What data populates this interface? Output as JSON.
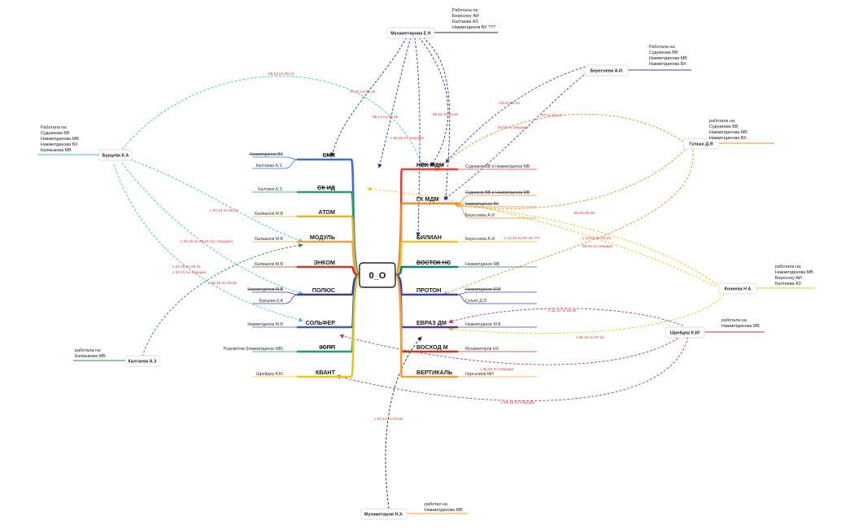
{
  "center": {
    "label": "0_О"
  },
  "left_branches": [
    {
      "label": "СМК",
      "strike": true,
      "color": "#4169e1",
      "leaves": [
        {
          "text": "Нажметдинов ВХ",
          "strike": true
        },
        {
          "text": "Калтаева А.З.",
          "strike": false
        }
      ]
    },
    {
      "label": "СК ИД",
      "strike": true,
      "red": true,
      "color": "#2e9f5e",
      "leaves": [
        {
          "text": "Калтаев А.З.",
          "strike": false
        }
      ]
    },
    {
      "label": "АТОМ",
      "strike": false,
      "color": "#e5b62b",
      "leaves": [
        {
          "text": "Калмыков М.В",
          "strike": false
        }
      ]
    },
    {
      "label": "МОДУЛЬ",
      "strike": false,
      "color": "#f0a040",
      "leaves": [
        {
          "text": "Калмыков М.В",
          "strike": false
        }
      ]
    },
    {
      "label": "ЭНКОМ",
      "strike": false,
      "color": "#c23a28",
      "leaves": [
        {
          "text": "Калмыков М.В",
          "strike": false
        }
      ]
    },
    {
      "label": "ПОЛЮС",
      "strike": false,
      "color": "#3e3a98",
      "leaves": [
        {
          "text": "Нажметдинов М.В",
          "strike": true
        },
        {
          "text": "Бурцева К.А",
          "strike": false
        }
      ]
    },
    {
      "label": "СОЛЬФЕР",
      "strike": false,
      "color": "#3b5cc4",
      "leaves": [
        {
          "text": "Нажметдинов М.В",
          "strike": false
        }
      ]
    },
    {
      "label": "ЗСПП",
      "strike": true,
      "color": "#1f9e78",
      "leaves": [
        {
          "text": "Рудометов (Нажметдинов МВ)",
          "strike": false
        }
      ]
    },
    {
      "label": "КВАНТ",
      "strike": false,
      "color": "#e5c42a",
      "leaves": [
        {
          "text": "Шрейдер ЮО",
          "strike": false
        }
      ]
    }
  ],
  "right_branches": [
    {
      "label": "НПК МДМ",
      "strike": true,
      "red": true,
      "color": "#e0443a",
      "leaves": [
        {
          "text": "Судников ВВ и Нажметдинов МВ",
          "strike": false
        }
      ]
    },
    {
      "label": "ГК МДМ",
      "strike": false,
      "color": "#f08a2a",
      "leaves": [
        {
          "text": "Судников ВВ и Нажметдинов МВ",
          "strike": true
        },
        {
          "text": "Нажметдинов ВХ",
          "strike": true
        },
        {
          "text": "Береснева А.И",
          "strike": false
        }
      ]
    },
    {
      "label": "БИЛИАН",
      "strike": false,
      "color": "#e5c42a",
      "leaves": [
        {
          "text": "Береснева А.И.",
          "strike": false
        }
      ]
    },
    {
      "label": "ВОСТОК НС",
      "strike": true,
      "color": "#12836c",
      "leaves": [
        {
          "text": "Нажметдинов МВ",
          "strike": false
        }
      ]
    },
    {
      "label": "ПРОТОН",
      "strike": false,
      "color": "#3a46b8",
      "leaves": [
        {
          "text": "Нажметдинов М.В",
          "strike": true
        },
        {
          "text": "Гулько Д.Я.",
          "strike": false
        }
      ]
    },
    {
      "label": "ЕВРАЗ ДМ",
      "strike": false,
      "red": true,
      "color": "#5a3a9a",
      "leaves": [
        {
          "text": "Нажметдинов М.В.",
          "strike": false
        }
      ]
    },
    {
      "label": "ВОСХОД М",
      "strike": false,
      "color": "#c23a28",
      "leaves": [
        {
          "text": "Мухаметяров НХ",
          "strike": false
        }
      ]
    },
    {
      "label": "ВЕРТИКАЛЬ",
      "strike": false,
      "color": "#f0a040",
      "leaves": [
        {
          "text": "Нургалиев МИ",
          "strike": false
        }
      ]
    }
  ],
  "people": [
    {
      "id": "muhametyarova",
      "name": "Мухаметярова Е Н",
      "note": [
        "Работала на:",
        "Береснеу АИ",
        "Калтаева АЗ",
        "Нажметдинов ВХ ???"
      ],
      "color": "#1a2a6c"
    },
    {
      "id": "beresneva",
      "name": "Береснева А.И.",
      "note": [
        "Работала на:",
        "Судникова ВВ",
        "Нажметдинова МВ",
        "Нажметдинова ВХ"
      ],
      "color": "#3a46b8"
    },
    {
      "id": "gulko",
      "name": "Гулько Д.Я",
      "note": [
        "работала на:",
        "Судникова ВВ",
        "Нажметдинова МВ",
        "Нажметдинова ВХ"
      ],
      "color": "#f08a2a"
    },
    {
      "id": "burtseva",
      "name": "Бурцева К.А",
      "note": [
        "Работала на:",
        "Судникова ВВ",
        "Нажметдинова МВ",
        "Нажметдинова ВХ",
        "Калмыкова МВ"
      ],
      "color": "#3cc0d8"
    },
    {
      "id": "kochneva",
      "name": "Кочнева Н А",
      "note": [
        "работала на:",
        "Нажметдинова МВ",
        "Береснеу АИ",
        "Калтаева АЗ"
      ],
      "color": "#e5c42a"
    },
    {
      "id": "shreider",
      "name": "Шрейдер К.Ю",
      "note": [
        "работала на",
        "Нажметдинова МВ"
      ],
      "color": "#b8327a"
    },
    {
      "id": "kaltaeva",
      "name": "Калтаева А.З",
      "note": [
        "работала на:",
        "Калмыкова МВ"
      ],
      "color": "#2e8b3a"
    },
    {
      "id": "muhametyarov",
      "name": "Мухаметяров Н.Х.",
      "note": [
        "работал на",
        "Нажметдинова МВ"
      ],
      "color": "#f0a040"
    }
  ],
  "period_labels": [
    "05.12 по 03.14",
    "07.15 по 05.16",
    "05.13 по 06.15",
    "с 06.22 по текущее",
    "05.16 по 04.22",
    "03.12-03.14",
    "04.15 по текущее",
    "07.11-03.14",
    "с 07.14 по 05.16",
    "с 05.16 по 08.21 (по текущее)",
    "с 02.18 по 03.21",
    "с 10.21 по текущее",
    "с 05.16 по 03.20",
    "02.15-05.16",
    "с 12.13 по 07.15 ???",
    "с 10.21 по 03.23",
    "05.16 по текущее",
    "с 11.13 по 06.16",
    "с 06.16 по 07.21",
    "с 06.22 по текущее",
    "с 05.16 по текущее",
    "с 02.14 по 04.16"
  ],
  "colors": {
    "arrow_blue": "#1a3a8c",
    "arrow_cyan": "#3cc0d8",
    "arrow_orange": "#f08a2a",
    "arrow_yellow": "#e5c42a",
    "arrow_pink": "#b8327a",
    "arrow_green": "#2e8b3a",
    "period_red": "#e0302a"
  }
}
